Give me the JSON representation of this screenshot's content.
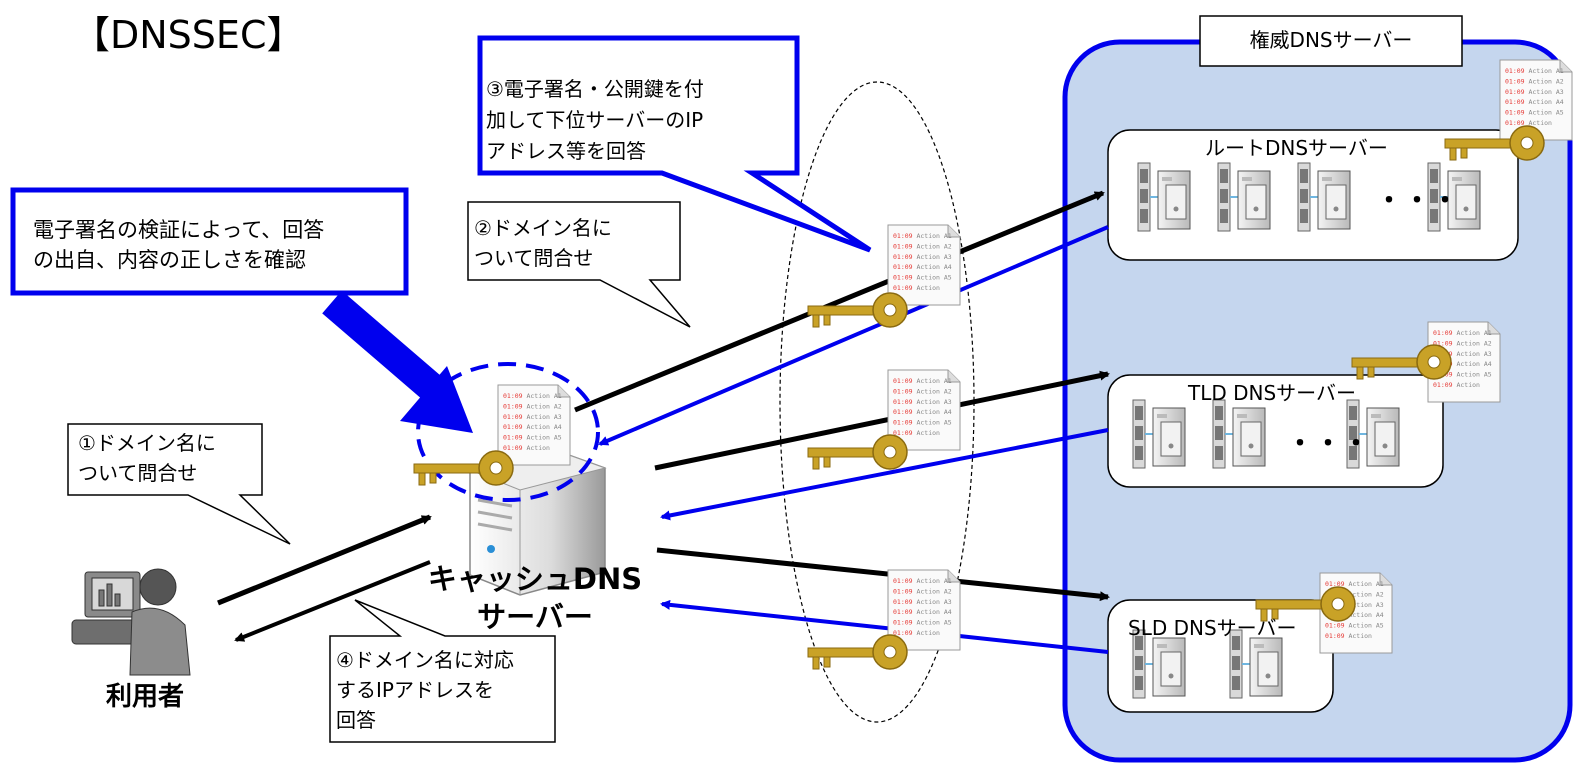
{
  "title": "【DNSSEC】",
  "authoritative_label": "権威DNSサーバー",
  "root_server": "ルートDNSサーバー",
  "tld_server": "TLD DNSサーバー",
  "sld_server": "SLD DNSサーバー",
  "cache_server": "キャッシュDNS\nサーバー",
  "user_label": "利用者",
  "step1": "①ドメイン名に\n ついて問合せ",
  "step2": "②ドメイン名に\n ついて問合せ",
  "step3": "③電子署名・公開鍵を付\n 加して下位サーバーのIP\n アドレス等を回答",
  "step4": "④ドメイン名に対応\n するIPアドレスを\n 回答",
  "verify_note": "電子署名の検証によって、回答\nの出自、内容の正しさを確認",
  "ellipsis": "・・・",
  "doc_time": "01:09",
  "doc_lines": [
    "Action A1",
    "Action A2",
    "Action A3",
    "Action A4",
    "Action A5",
    "Action"
  ],
  "colors": {
    "blue": "#0000ee",
    "panel": "#c5d6ee",
    "key": "#c9a227"
  }
}
